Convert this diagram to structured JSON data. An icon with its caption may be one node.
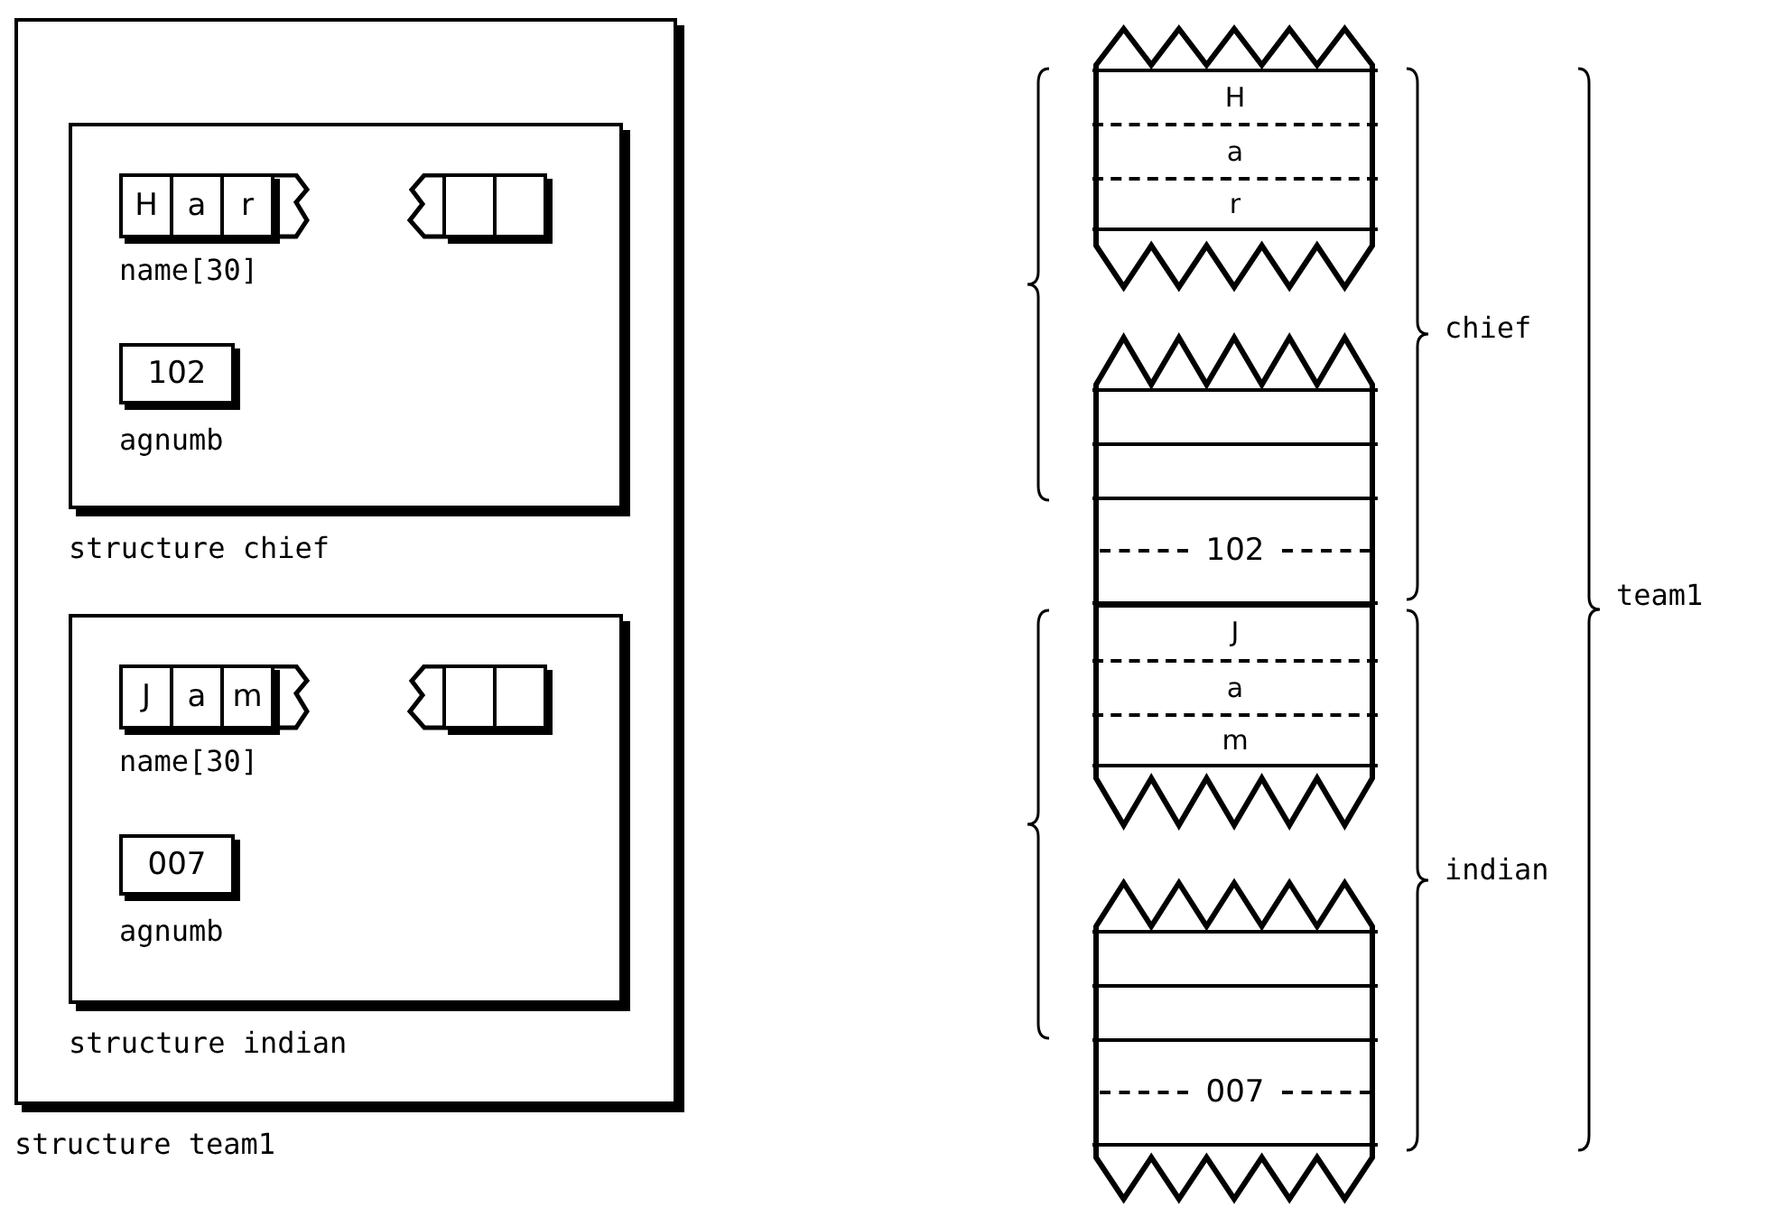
{
  "diagram": {
    "nodes": [
      {
        "text": [
          "structure team1"
        ]
      },
      {
        "text": [
          "structure chief"
        ],
        "in": 0
      },
      {
        "text": [
          "H"
        ],
        "in": 1
      },
      {
        "text": [
          "a"
        ],
        "in": 1
      },
      {
        "text": [
          "r"
        ],
        "in": 1
      },
      {
        "text": [],
        "shape": "box",
        "in": 1
      },
      {
        "text": [],
        "shape": "box",
        "in": 1
      },
      {
        "text": [
          "102"
        ],
        "in": 1,
        "beside": [
          "agnumb"
        ]
      },
      {
        "text": [
          "structure indian"
        ],
        "in": 0
      },
      {
        "text": [
          "J"
        ],
        "in": 8
      },
      {
        "text": [
          "a"
        ],
        "in": 8
      },
      {
        "text": [
          "m"
        ],
        "in": 8
      },
      {
        "text": [],
        "shape": "box",
        "in": 8
      },
      {
        "text": [],
        "shape": "box",
        "in": 8
      },
      {
        "text": [
          "007"
        ],
        "in": 8,
        "beside": [
          "agnumb"
        ]
      },
      {
        "text": [],
        "shape": "box"
      },
      {
        "text": [
          "H"
        ],
        "in": 15
      },
      {
        "text": [
          "a"
        ],
        "in": 15
      },
      {
        "text": [
          "r"
        ],
        "in": 15
      },
      {
        "text": [],
        "shape": "box"
      },
      {
        "text": [],
        "shape": "box",
        "in": 19
      },
      {
        "text": [],
        "shape": "box",
        "in": 19
      },
      {
        "text": [
          "102"
        ],
        "in": 19
      },
      {
        "text": [],
        "shape": "box"
      },
      {
        "text": [
          "J"
        ],
        "in": 23
      },
      {
        "text": [
          "a"
        ],
        "in": 23
      },
      {
        "text": [
          "m"
        ],
        "in": 23
      },
      {
        "text": [],
        "shape": "box"
      },
      {
        "text": [],
        "shape": "box",
        "in": 27
      },
      {
        "text": [],
        "shape": "box",
        "in": 27
      },
      {
        "text": [
          "007"
        ],
        "in": 27
      }
    ],
    "labels": [
      "name[30]",
      "name[30]",
      "chief",
      "indian",
      "team1"
    ]
  }
}
